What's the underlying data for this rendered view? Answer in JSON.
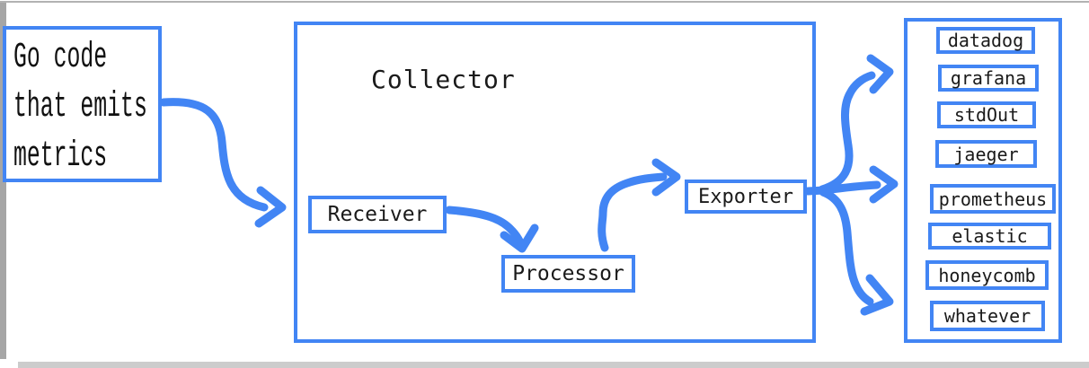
{
  "window": {
    "background": "#ffffff",
    "chrome": {
      "top_edge_color": "#b2b2b2",
      "left_scrollbar_color": "#a6a6a6",
      "bottom_scrollbar_color": "#cccccc"
    }
  },
  "diagram": {
    "accent_color": "#4285F4",
    "text_color": "#1a1a1a",
    "source_box": {
      "lines": [
        "Go code",
        "that emits",
        "metrics"
      ]
    },
    "collector": {
      "title": "Collector",
      "receiver_label": "Receiver",
      "processor_label": "Processor",
      "exporter_label": "Exporter"
    },
    "destinations": [
      "datadog",
      "grafana",
      "stdOut",
      "jaeger",
      "prometheus",
      "elastic",
      "honeycomb",
      "whatever"
    ]
  }
}
